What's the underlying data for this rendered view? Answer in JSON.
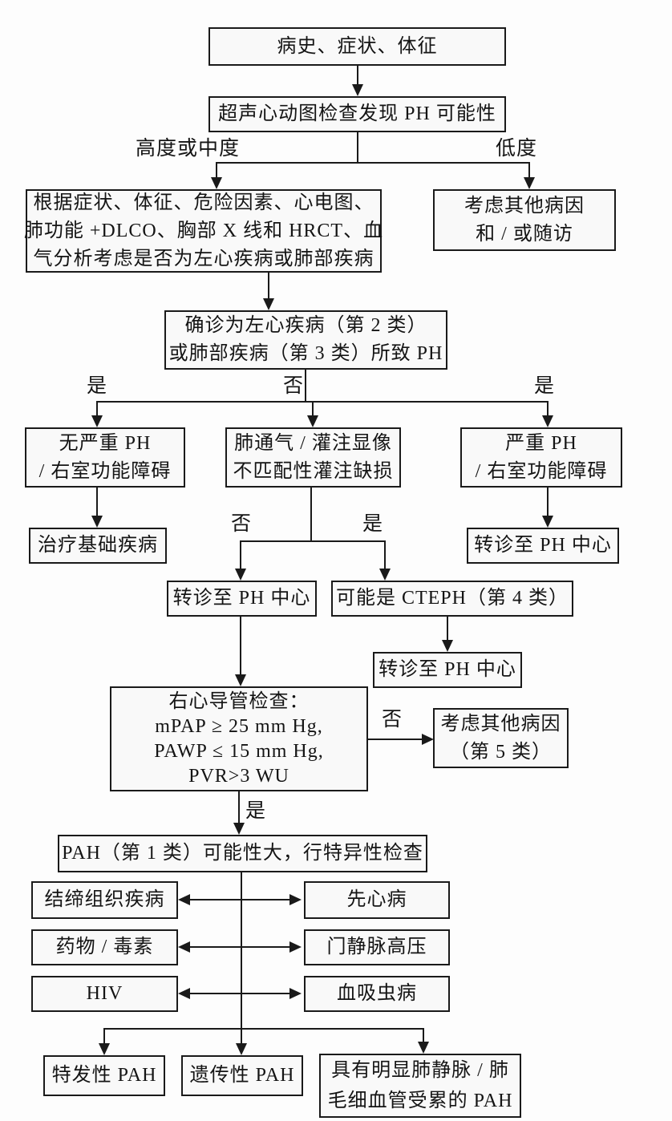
{
  "figure": {
    "type": "flowchart",
    "language": "zh-CN",
    "topic": "PH (肺高血压) 诊断流程图",
    "colors": {
      "background": "#fdfdfd",
      "box_fill": "#f9f9f9",
      "box_border": "#1a1a1a",
      "line": "#1a1a1a",
      "text": "#141414"
    },
    "nodes": {
      "history": {
        "lines": [
          "病史、症状、体征"
        ]
      },
      "echo": {
        "lines": [
          "超声心动图检查发现 PH 可能性"
        ]
      },
      "workup": {
        "lines": [
          "根据症状、体征、危险因素、心电图、",
          "肺功能 +DLCO、胸部 X 线和 HRCT、血",
          "气分析考虑是否为左心疾病或肺部疾病"
        ]
      },
      "consider_other_followup": {
        "lines": [
          "考虑其他病因",
          "和 / 或随访"
        ]
      },
      "confirmed_group23": {
        "lines": [
          "确诊为左心疾病（第 2 类）",
          "或肺部疾病（第 3 类）所致 PH"
        ]
      },
      "no_severe_ph": {
        "lines": [
          "无严重 PH",
          "/ 右室功能障碍"
        ]
      },
      "vq_scan": {
        "lines": [
          "肺通气 / 灌注显像",
          "不匹配性灌注缺损"
        ]
      },
      "severe_ph": {
        "lines": [
          "严重 PH",
          "/ 右室功能障碍"
        ]
      },
      "treat_underlying": {
        "lines": [
          "治疗基础疾病"
        ]
      },
      "refer_ph_center_right": {
        "lines": [
          "转诊至 PH 中心"
        ]
      },
      "refer_ph_center_mid": {
        "lines": [
          "转诊至 PH 中心"
        ]
      },
      "cteph": {
        "lines": [
          "可能是 CTEPH（第 4 类）"
        ]
      },
      "refer_ph_center_lower": {
        "lines": [
          "转诊至 PH 中心"
        ]
      },
      "rhc": {
        "lines": [
          "右心导管检查：",
          "mPAP ≥ 25 mm Hg,",
          "PAWP ≤ 15 mm Hg,",
          "PVR>3 WU"
        ]
      },
      "consider_other_group5": {
        "lines": [
          "考虑其他病因",
          "（第 5 类）"
        ]
      },
      "pah_likely": {
        "lines": [
          "PAH（第 1 类）可能性大，行特异性检查"
        ]
      },
      "ctd": {
        "lines": [
          "结缔组织疾病"
        ]
      },
      "chd": {
        "lines": [
          "先心病"
        ]
      },
      "drugs_toxins": {
        "lines": [
          "药物 / 毒素"
        ]
      },
      "portal_htn": {
        "lines": [
          "门静脉高压"
        ]
      },
      "hiv": {
        "lines": [
          "HIV"
        ]
      },
      "schistosomiasis": {
        "lines": [
          "血吸虫病"
        ]
      },
      "ipah": {
        "lines": [
          "特发性 PAH"
        ]
      },
      "hpah": {
        "lines": [
          "遗传性 PAH"
        ]
      },
      "pvod_pch": {
        "lines": [
          "具有明显肺静脉 / 肺",
          "毛细血管受累的 PAH"
        ]
      }
    },
    "edge_labels": {
      "echo_high": "高度或中度",
      "echo_low": "低度",
      "confirmed_yes_left": "是",
      "confirmed_no": "否",
      "confirmed_yes_right": "是",
      "vq_no": "否",
      "vq_yes": "是",
      "rhc_no": "否",
      "rhc_yes": "是"
    }
  }
}
